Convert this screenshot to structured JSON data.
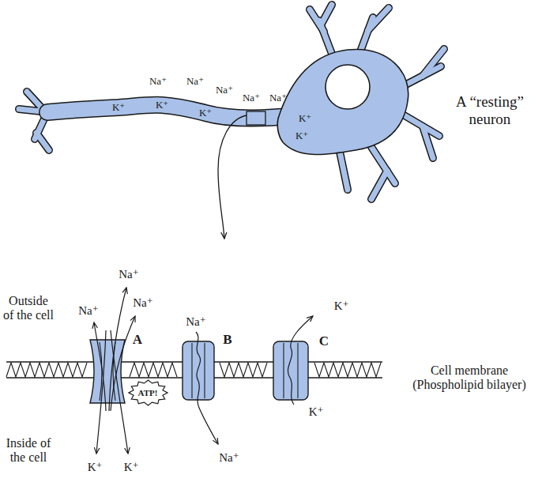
{
  "diagram": {
    "nodes": [
      {
        "text": [
          "ATP!"
        ]
      }
    ],
    "labels": [
      "Na⁺",
      "Na⁺",
      "Na⁺",
      "Na⁺",
      "Na⁺",
      "K⁺",
      "K⁺",
      "K⁺",
      "K⁺",
      "K⁺",
      "A “resting” neuron",
      "Outside of the cell",
      "Inside of the cell",
      "Cell membrane (Phospholipid bilayer)",
      "Na⁺",
      "Na⁺",
      "Na⁺",
      "K⁺",
      "K⁺",
      "A",
      "Na⁺",
      "B",
      "Na⁺",
      "K⁺",
      "C",
      "K⁺"
    ]
  }
}
